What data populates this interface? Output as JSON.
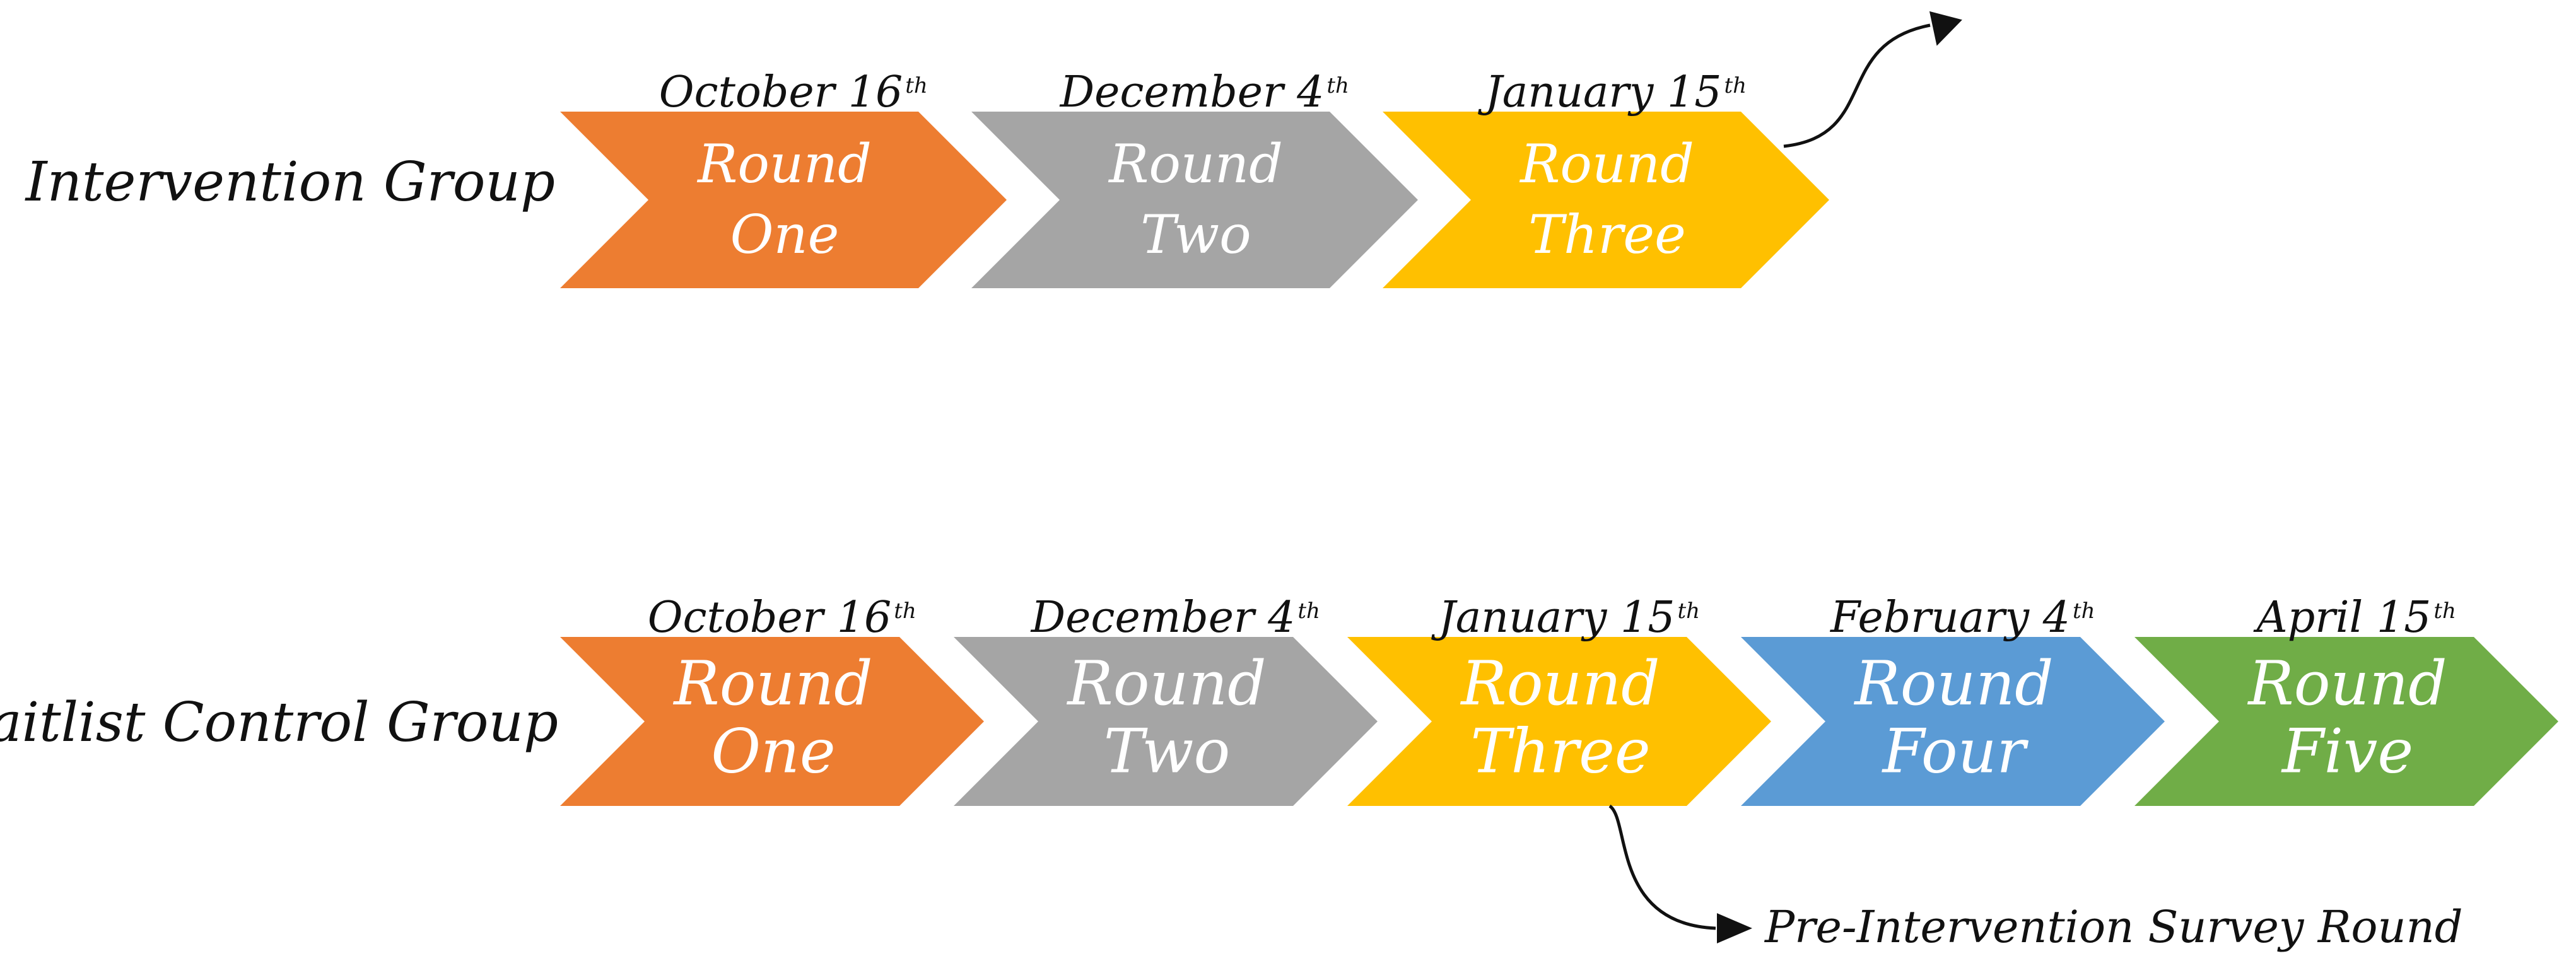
{
  "colors": {
    "orange": "#ED7D31",
    "gray": "#A5A5A5",
    "yellow": "#FFC000",
    "blue": "#5B9BD5",
    "green": "#70AD47",
    "text": "#111111",
    "round_text": "#ffffff"
  },
  "intervention": {
    "label": "Intervention Group",
    "rounds": [
      {
        "line1": "Round",
        "line2": "One",
        "date": "October 16",
        "sup": "th",
        "color": "orange"
      },
      {
        "line1": "Round",
        "line2": "Two",
        "date": "December 4",
        "sup": "th",
        "color": "gray"
      },
      {
        "line1": "Round",
        "line2": "Three",
        "date": "January 15",
        "sup": "th",
        "color": "yellow"
      }
    ]
  },
  "waitlist": {
    "label": "Waitlist Control Group",
    "rounds": [
      {
        "line1": "Round",
        "line2": "One",
        "date": "October 16",
        "sup": "th",
        "color": "orange"
      },
      {
        "line1": "Round",
        "line2": "Two",
        "date": "December 4",
        "sup": "th",
        "color": "gray"
      },
      {
        "line1": "Round",
        "line2": "Three",
        "date": "January 15",
        "sup": "th",
        "color": "yellow"
      },
      {
        "line1": "Round",
        "line2": "Four",
        "date": "February 4",
        "sup": "th",
        "color": "blue"
      },
      {
        "line1": "Round",
        "line2": "Five",
        "date": "April 15",
        "sup": "th",
        "color": "green"
      }
    ],
    "note": "Pre-Intervention Survey Round"
  }
}
